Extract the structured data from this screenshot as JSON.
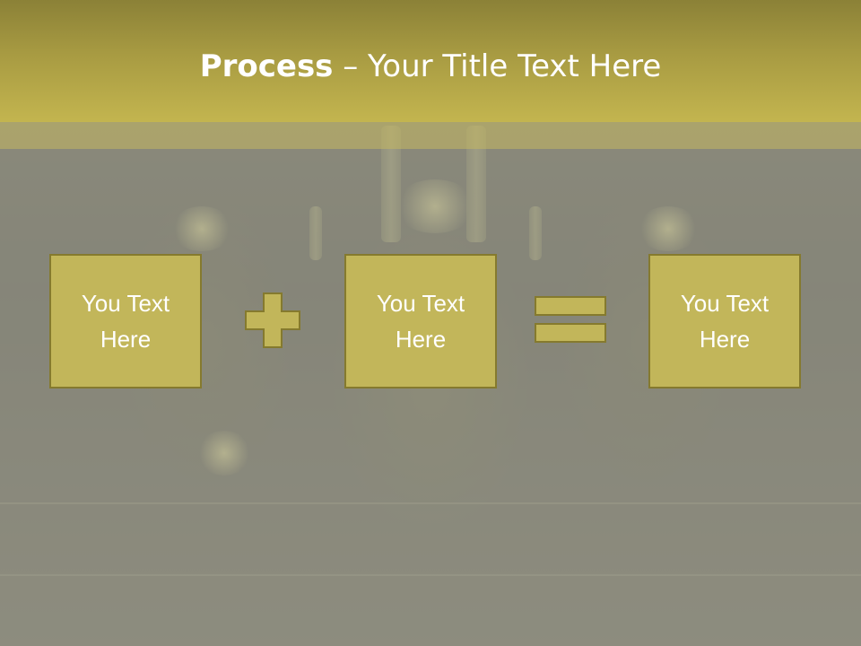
{
  "title": {
    "bold": "Process",
    "rest": " – Your Title Text Here"
  },
  "boxes": [
    {
      "label": "You Text Here"
    },
    {
      "label": "You Text Here"
    },
    {
      "label": "You Text Here"
    }
  ],
  "operators": [
    "plus-icon",
    "equals-icon"
  ],
  "colors": {
    "title_band": "#b3a648",
    "box_fill": "#c2b65a",
    "box_border": "#857a2e",
    "text": "#ffffff"
  }
}
